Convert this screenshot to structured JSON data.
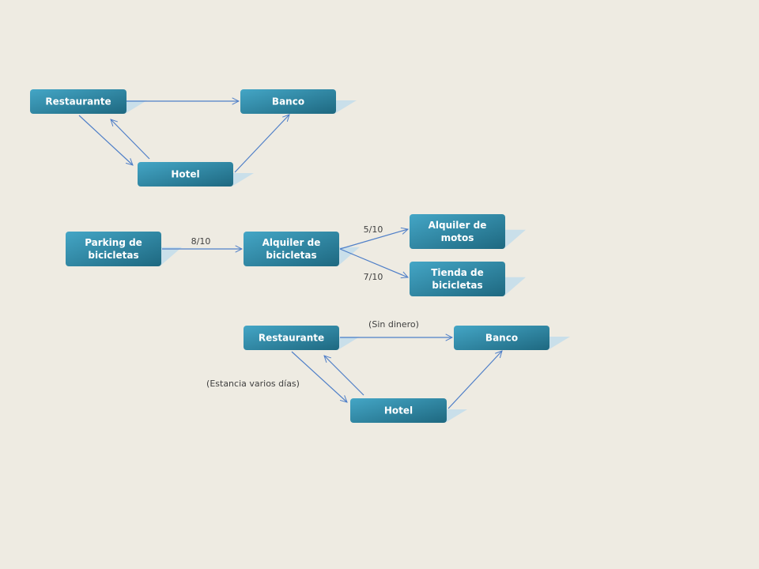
{
  "colors": {
    "background": "#EEEBE2",
    "node_top": "#44A6C6",
    "node_bottom": "#1E6880",
    "node_text": "#FFFFFF",
    "shadow": "#C9DFEA",
    "edge": "#4F7FC8",
    "label_text": "#404040"
  },
  "diagrams": [
    {
      "nodes": [
        {
          "id": "restaurante",
          "label": [
            "Restaurante"
          ]
        },
        {
          "id": "banco",
          "label": [
            "Banco"
          ]
        },
        {
          "id": "hotel",
          "label": [
            "Hotel"
          ]
        }
      ],
      "edges": [
        {
          "from": "restaurante",
          "to": "banco"
        },
        {
          "from": "restaurante",
          "to": "hotel"
        },
        {
          "from": "hotel",
          "to": "restaurante"
        },
        {
          "from": "hotel",
          "to": "banco"
        }
      ],
      "labels": []
    },
    {
      "nodes": [
        {
          "id": "parking",
          "label": [
            "Parking de",
            "bicicletas"
          ]
        },
        {
          "id": "alquiler-bicicletas",
          "label": [
            "Alquiler de",
            "bicicletas"
          ]
        },
        {
          "id": "alquiler-motos",
          "label": [
            "Alquiler de",
            "motos"
          ]
        },
        {
          "id": "tienda",
          "label": [
            "Tienda de",
            "bicicletas"
          ]
        }
      ],
      "edges": [
        {
          "from": "parking",
          "to": "alquiler-bicicletas"
        },
        {
          "from": "alquiler-bicicletas",
          "to": "alquiler-motos"
        },
        {
          "from": "alquiler-bicicletas",
          "to": "tienda"
        }
      ],
      "labels": [
        {
          "id": "l-8-10",
          "text": "8/10"
        },
        {
          "id": "l-5-10",
          "text": "5/10"
        },
        {
          "id": "l-7-10",
          "text": "7/10"
        }
      ]
    },
    {
      "nodes": [
        {
          "id": "restaurante",
          "label": [
            "Restaurante"
          ]
        },
        {
          "id": "banco",
          "label": [
            "Banco"
          ]
        },
        {
          "id": "hotel",
          "label": [
            "Hotel"
          ]
        }
      ],
      "edges": [
        {
          "from": "restaurante",
          "to": "banco"
        },
        {
          "from": "restaurante",
          "to": "hotel"
        },
        {
          "from": "hotel",
          "to": "restaurante"
        },
        {
          "from": "hotel",
          "to": "banco"
        }
      ],
      "labels": [
        {
          "id": "l-sin-dinero",
          "text": "(Sin dinero)"
        },
        {
          "id": "l-estancia",
          "text": "(Estancia varios días)"
        }
      ]
    }
  ]
}
